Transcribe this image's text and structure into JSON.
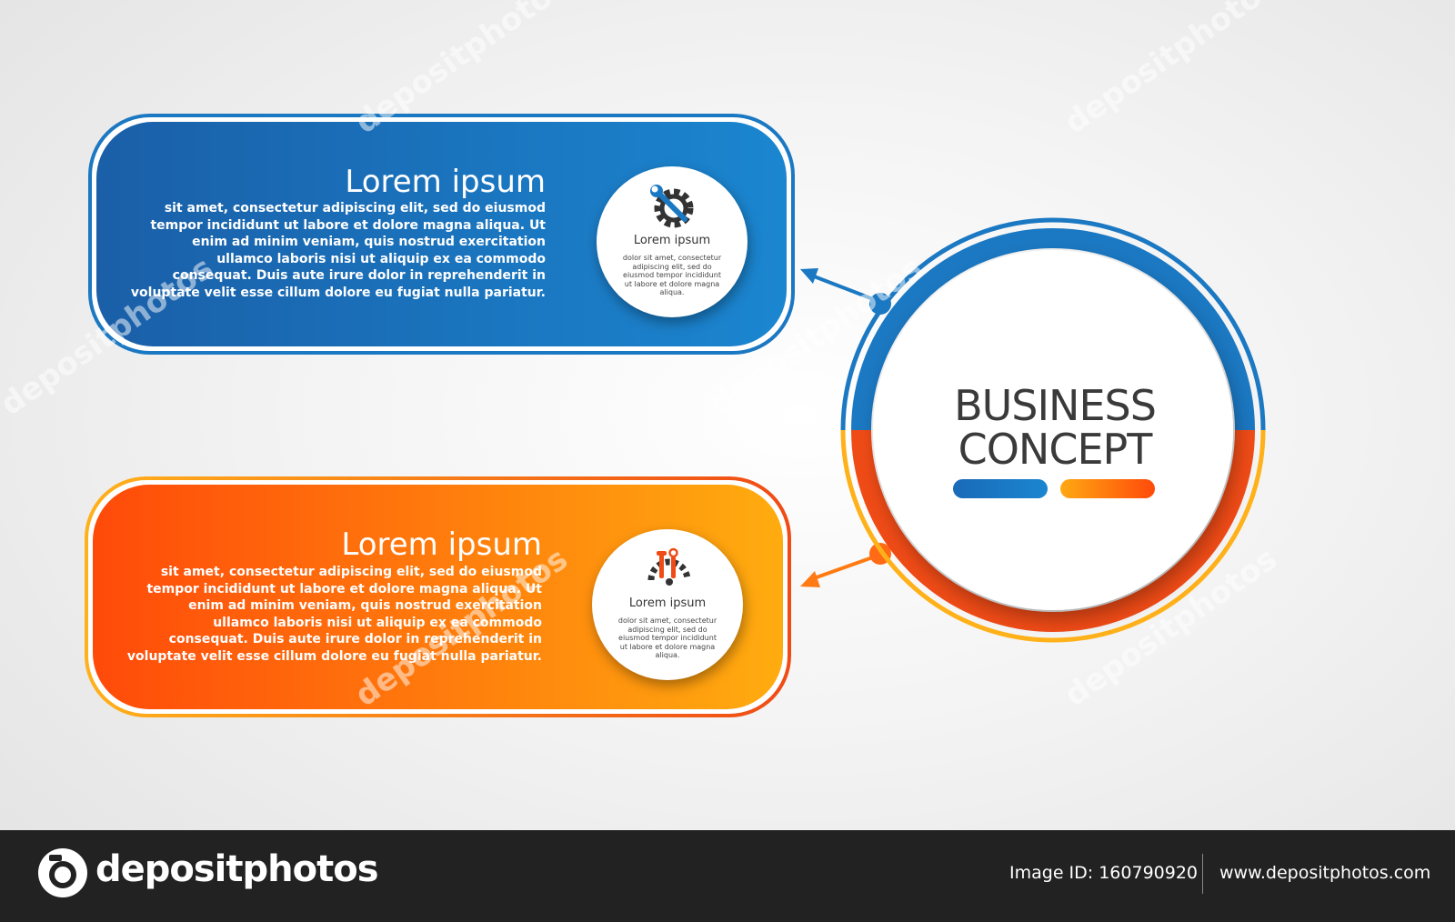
{
  "center": {
    "title": "BUSINESS\nCONCEPT"
  },
  "cards": [
    {
      "title": "Lorem ipsum",
      "body": "sit amet, consectetur adipiscing elit, sed do eiusmod\ntempor incididunt ut labore et dolore magna aliqua. Ut\nenim ad minim veniam, quis nostrud exercitation\nullamco laboris nisi ut aliquip ex ea commodo\nconsequat. Duis aute irure dolor in reprehenderit in\nvoluptate velit esse cillum dolore eu fugiat nulla pariatur.",
      "badge_title": "Lorem ipsum",
      "badge_body": "dolor sit amet, consectetur\nadipiscing elit, sed do\neiusmod tempor incididunt\nut labore et dolore magna\naliqua.",
      "icon": "wrench-gear-icon",
      "color_start": "#1a5fa8",
      "color_end": "#1b86d0"
    },
    {
      "title": "Lorem ipsum",
      "body": "sit amet, consectetur adipiscing elit, sed do eiusmod\ntempor incididunt ut labore et dolore magna aliqua. Ut\nenim ad minim veniam, quis nostrud exercitation\nullamco laboris nisi ut aliquip ex ea commodo\nconsequat. Duis aute irure dolor in reprehenderit in\nvoluptate velit esse cillum dolore eu fugiat nulla pariatur.",
      "badge_title": "Lorem ipsum",
      "badge_body": "dolor sit amet, consectetur\nadipiscing elit, sed do\neiusmod tempor incididunt\nut labore et dolore magna\naliqua.",
      "icon": "tools-gear-icon",
      "color_start": "#ff4a0a",
      "color_end": "#ffac0f"
    }
  ],
  "colors": {
    "blue": "#1b78c2",
    "orange": "#ff7a12",
    "red": "#ee3a16",
    "yellow": "#ffb11a"
  },
  "watermark": "depositphotos",
  "footer": {
    "logo": "depositphotos",
    "image_id": "Image ID: 160790920",
    "url": "www.depositphotos.com"
  }
}
